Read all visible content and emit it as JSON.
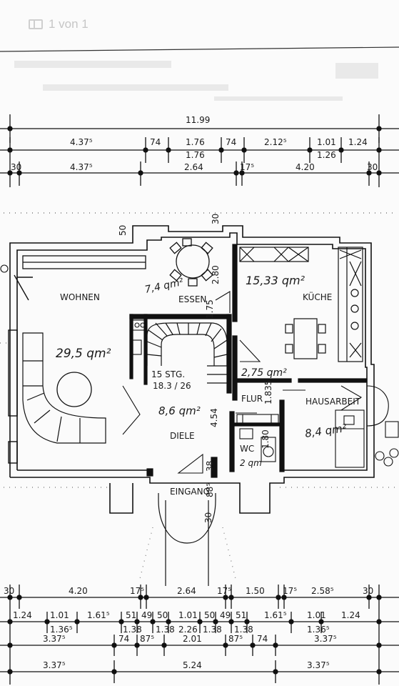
{
  "viewer": {
    "page_indicator": "1 von 1",
    "page_icon": "page-icon"
  },
  "dimensions_top": {
    "total": "11.99",
    "row2": [
      "4.37⁵",
      "74",
      "1.76",
      "74",
      "2.12⁵",
      "1.01",
      "1.24"
    ],
    "row2_sub": [
      "1.76",
      "1.26"
    ],
    "row3": [
      "30",
      "4.37⁵",
      "2.64",
      "17⁵",
      "4.20",
      "30"
    ]
  },
  "dimensions_bottom": {
    "row1": [
      "30",
      "4.20",
      "17⁵",
      "2.64",
      "17⁵",
      "1.50",
      "17⁵",
      "2.58⁵",
      "30"
    ],
    "row2": [
      "1.24",
      "1.01",
      "1.61⁵",
      "51",
      "49",
      "50",
      "1.01",
      "50",
      "49",
      "51",
      "1.61⁵",
      "1.01",
      "1.24"
    ],
    "row2_sub": [
      "1.36⁵",
      "1.38",
      "1.38",
      "2.26",
      "1.38",
      "1.38",
      "1.36⁵"
    ],
    "row3": [
      "3.37⁵",
      "74",
      "87⁵",
      "2.01",
      "87⁵",
      "74",
      "3.37⁵"
    ],
    "row4": [
      "3.37⁵",
      "5.24",
      "3.37⁵"
    ]
  },
  "wall_dims": [
    "50",
    "30",
    "2.80",
    "1.75",
    "1.835",
    "4.54",
    "1.80",
    "38",
    "88⁵",
    "30"
  ],
  "rooms": {
    "wohnen": "WOHNEN",
    "essen": "ESSEN",
    "kueche": "KÜCHE",
    "diele": "DIELE",
    "flur": "FLUR",
    "hausarbeit": "HAUSARBEIT",
    "wc": "WC",
    "eingang": "EINGANG",
    "stairs_line1": "15 STG.",
    "stairs_line2": "18.3 / 26"
  },
  "handwritten_areas": {
    "wohnen": "29,5 qm²",
    "essen": "7,4 qm²",
    "kueche": "15,33 qm²",
    "diele": "8,6 qm²",
    "flur": "2,75 qm²",
    "hausarbeit": "8,4 qm²",
    "wc": "2 qm"
  },
  "colors": {
    "lines": "#111111",
    "handwriting": "#4a4a52",
    "paper": "#fbfbfb"
  }
}
